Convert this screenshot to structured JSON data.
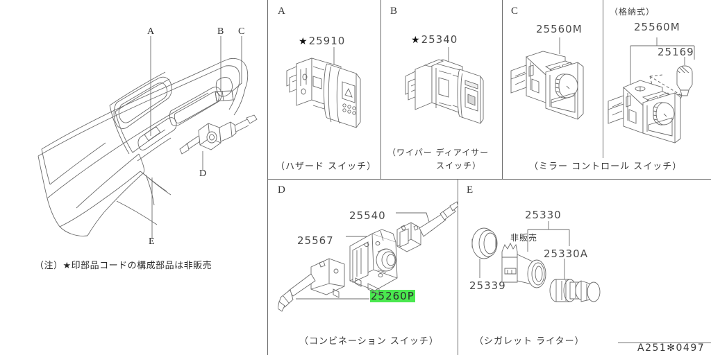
{
  "figure": {
    "code": "A251✻0497",
    "note": "（注）★印部品コードの構成部品は非販売"
  },
  "dashboard": {
    "callouts": [
      {
        "letter": "A"
      },
      {
        "letter": "B"
      },
      {
        "letter": "C"
      },
      {
        "letter": "D"
      },
      {
        "letter": "E"
      }
    ]
  },
  "panels": [
    {
      "letter": "A",
      "caption": "（ハザード スイッチ）",
      "parts": [
        {
          "star": "★",
          "number": "25910"
        }
      ]
    },
    {
      "letter": "B",
      "caption_line1": "（ワイパー ディアイサー",
      "caption_line2": "スイッチ）",
      "parts": [
        {
          "star": "★",
          "number": "25340"
        }
      ]
    },
    {
      "letter": "C",
      "caption": "（ミラー コントロール スイッチ）",
      "parts": [
        {
          "number": "25560M"
        }
      ],
      "variant": {
        "title": "（格納式）",
        "parts": [
          {
            "number": "25560M"
          },
          {
            "number": "25169"
          }
        ]
      }
    },
    {
      "letter": "D",
      "caption": "（コンビネーション スイッチ）",
      "parts": [
        {
          "number": "25540"
        },
        {
          "number": "25567"
        },
        {
          "number": "25260P",
          "highlighted": true
        }
      ]
    },
    {
      "letter": "E",
      "caption": "（シガレット ライター）",
      "parts": [
        {
          "number": "25330"
        },
        {
          "number": "25330A"
        },
        {
          "number": "25339"
        }
      ],
      "annotation": "非販売"
    }
  ]
}
